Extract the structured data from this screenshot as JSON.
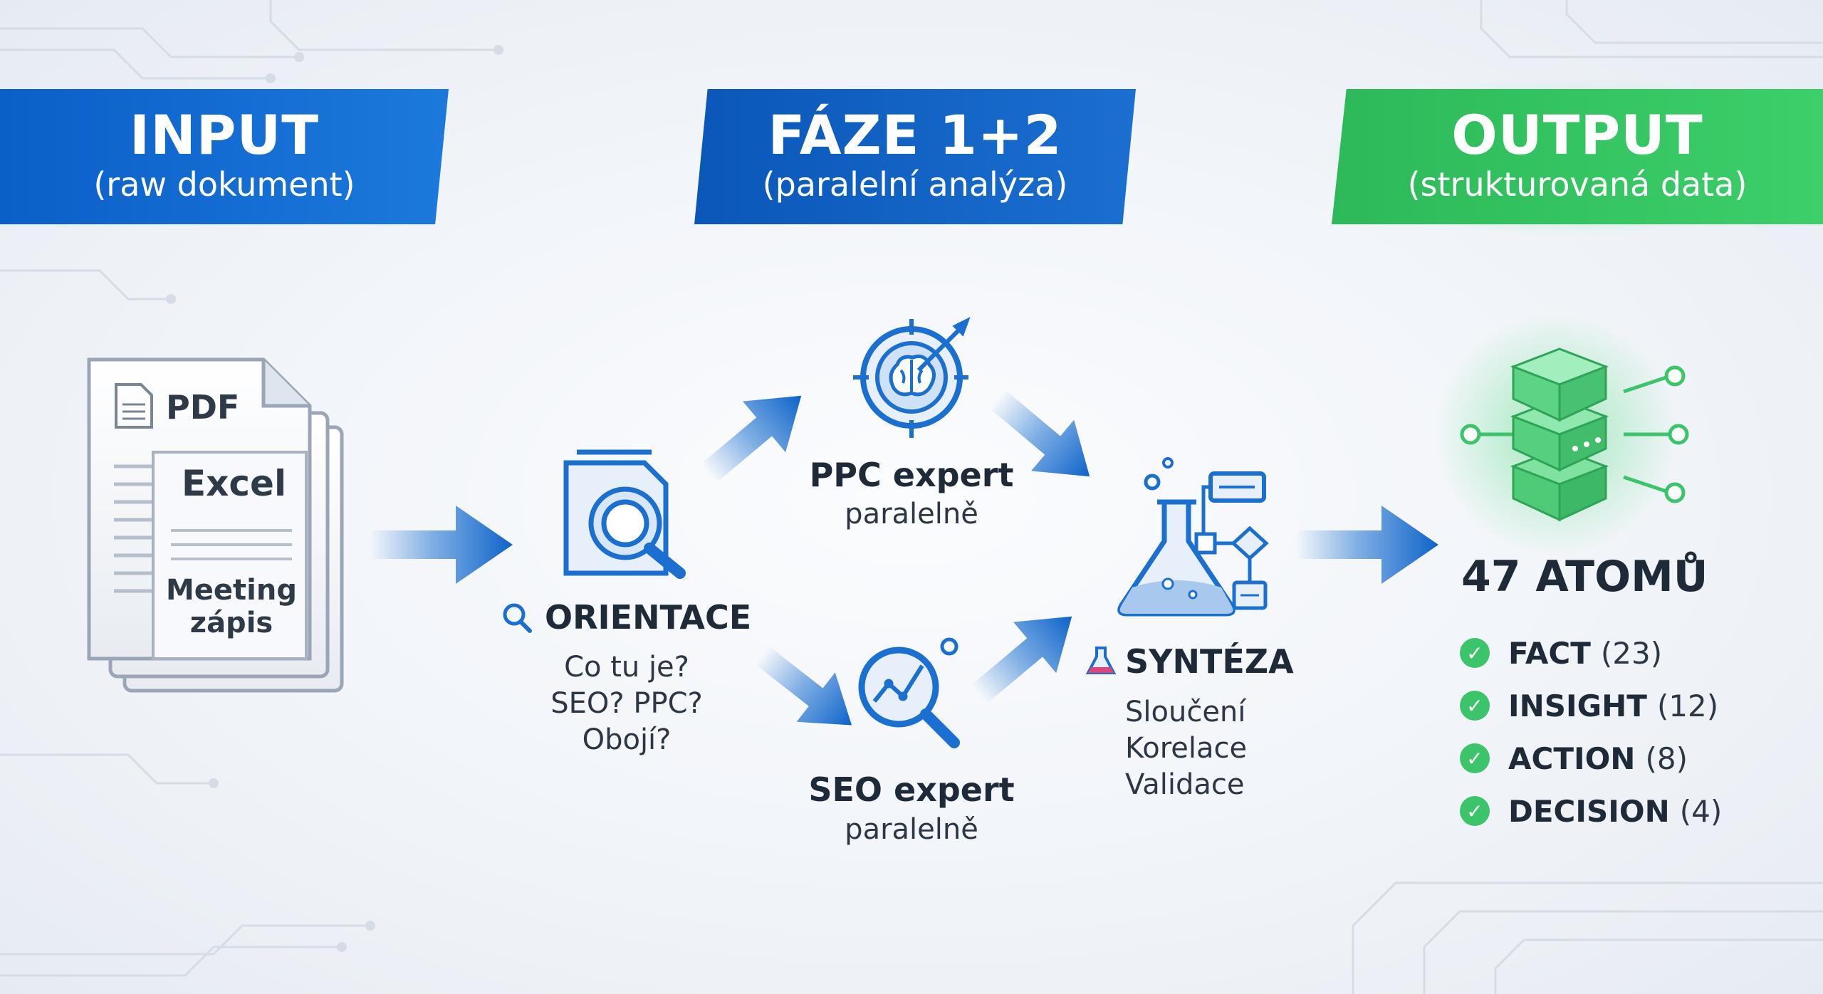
{
  "stages": {
    "input": {
      "title": "INPUT",
      "subtitle": "(raw dokument)"
    },
    "faze": {
      "title": "FÁZE 1+2",
      "subtitle": "(paralelní analýza)"
    },
    "output": {
      "title": "OUTPUT",
      "subtitle": "(strukturovaná data)"
    }
  },
  "documents": {
    "pdf": "PDF",
    "excel": "Excel",
    "meeting_line1": "Meeting",
    "meeting_line2": "zápis"
  },
  "orientace": {
    "title": "ORIENTACE",
    "lines": [
      "Co tu je?",
      "SEO? PPC?",
      "Obojí?"
    ]
  },
  "ppc": {
    "title": "PPC expert",
    "sub": "paralelně"
  },
  "seo": {
    "title": "SEO expert",
    "sub": "paralelně"
  },
  "synteza": {
    "title": "SYNTÉZA",
    "lines": [
      "Sloučení",
      "Korelace",
      "Validace"
    ]
  },
  "output": {
    "total": "47 ATOMŮ",
    "items": [
      {
        "name": "FACT",
        "count": "(23)"
      },
      {
        "name": "INSIGHT",
        "count": "(12)"
      },
      {
        "name": "ACTION",
        "count": "(8)"
      },
      {
        "name": "DECISION",
        "count": "(4)"
      }
    ]
  },
  "colors": {
    "blue": "#1a6fd0",
    "dark_blue": "#0a57b8",
    "green": "#3cc46a",
    "text": "#1f2a38"
  },
  "icons": [
    "document-icon",
    "magnifier-icon",
    "brain-target-icon",
    "seo-analytics-icon",
    "flask-flowchart-icon",
    "database-network-icon",
    "check-circle-icon"
  ]
}
